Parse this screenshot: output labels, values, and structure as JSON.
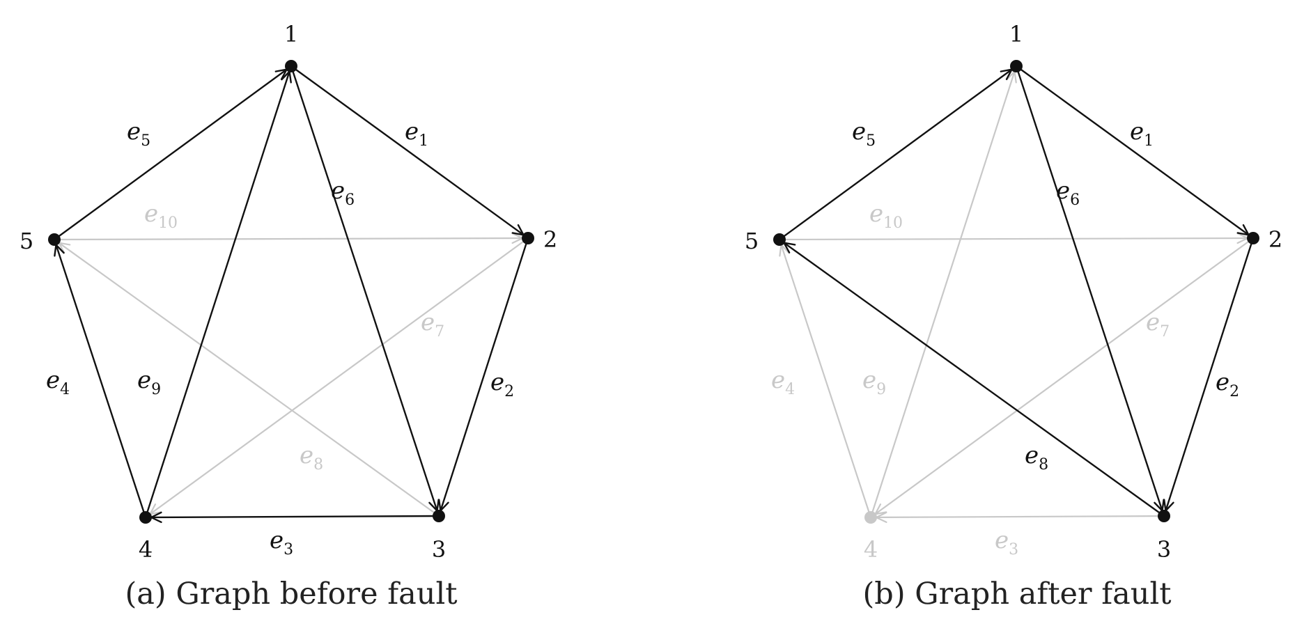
{
  "colors": {
    "active": "#111111",
    "faded": "#c8c8c8"
  },
  "edges": [
    {
      "id": "e1",
      "letter": "e",
      "sub": "1",
      "from": "1",
      "to": "2"
    },
    {
      "id": "e2",
      "letter": "e",
      "sub": "2",
      "from": "2",
      "to": "3"
    },
    {
      "id": "e3",
      "letter": "e",
      "sub": "3",
      "from": "3",
      "to": "4"
    },
    {
      "id": "e4",
      "letter": "e",
      "sub": "4",
      "from": "4",
      "to": "5"
    },
    {
      "id": "e5",
      "letter": "e",
      "sub": "5",
      "from": "5",
      "to": "1"
    },
    {
      "id": "e6",
      "letter": "e",
      "sub": "6",
      "from": "1",
      "to": "3"
    },
    {
      "id": "e7",
      "letter": "e",
      "sub": "7",
      "from": "2",
      "to": "4"
    },
    {
      "id": "e8",
      "letter": "e",
      "sub": "8",
      "from": "3",
      "to": "5"
    },
    {
      "id": "e9",
      "letter": "e",
      "sub": "9",
      "from": "4",
      "to": "1"
    },
    {
      "id": "e10",
      "letter": "e",
      "sub": "10",
      "from": "5",
      "to": "2"
    }
  ],
  "panels": [
    {
      "id": "a",
      "caption": "(a) Graph before fault",
      "nodes": [
        {
          "id": "1",
          "label": "1",
          "active": true
        },
        {
          "id": "2",
          "label": "2",
          "active": true
        },
        {
          "id": "3",
          "label": "3",
          "active": true
        },
        {
          "id": "4",
          "label": "4",
          "active": true
        },
        {
          "id": "5",
          "label": "5",
          "active": true
        }
      ],
      "active_edges": [
        "e1",
        "e2",
        "e3",
        "e4",
        "e5",
        "e6",
        "e9"
      ]
    },
    {
      "id": "b",
      "caption": "(b) Graph after fault",
      "nodes": [
        {
          "id": "1",
          "label": "1",
          "active": true
        },
        {
          "id": "2",
          "label": "2",
          "active": true
        },
        {
          "id": "3",
          "label": "3",
          "active": true
        },
        {
          "id": "4",
          "label": "4",
          "active": false
        },
        {
          "id": "5",
          "label": "5",
          "active": true
        }
      ],
      "active_edges": [
        "e1",
        "e2",
        "e5",
        "e6",
        "e8"
      ]
    }
  ]
}
